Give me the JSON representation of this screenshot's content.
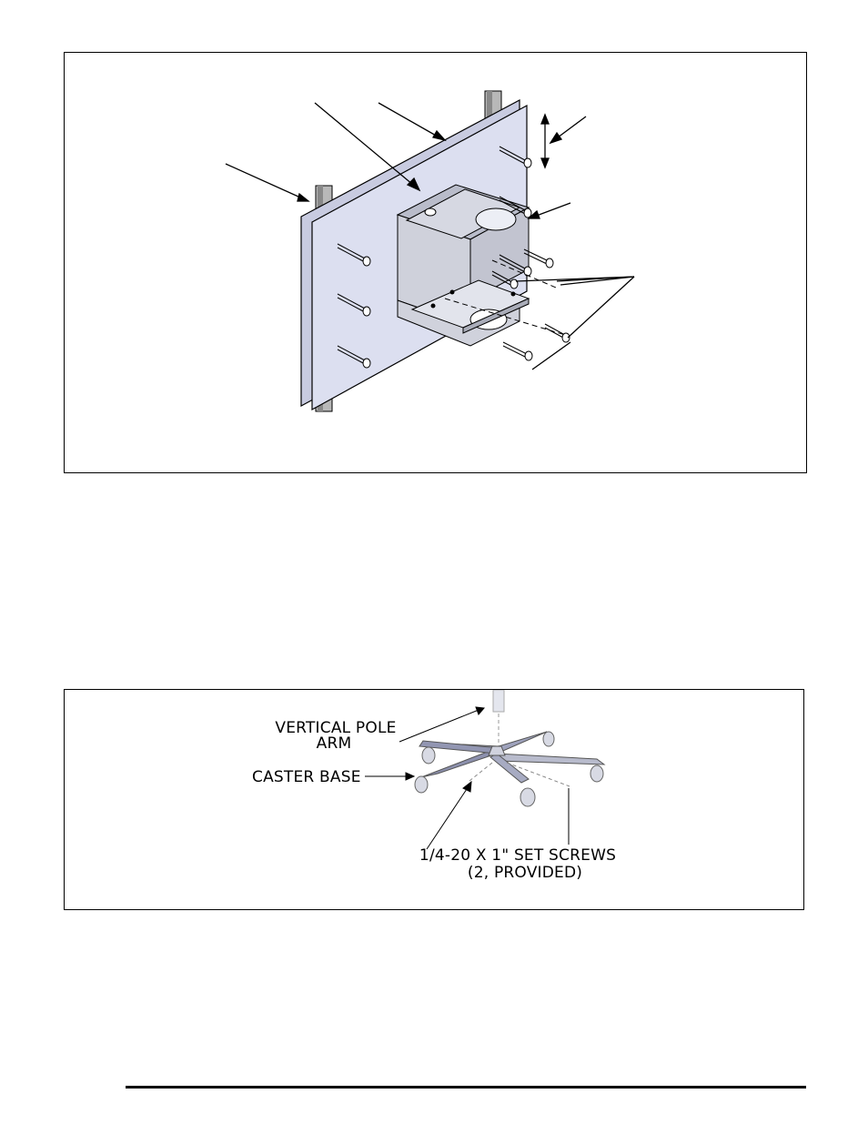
{
  "figure1": {
    "description_icon": "wall-plate-mount-bracket-icon"
  },
  "figure2": {
    "labels": {
      "vertical_pole_line1": "VERTICAL POLE",
      "vertical_pole_line2": "ARM",
      "caster_base": "CASTER BASE",
      "set_screws_line1": "1/4-20 X 1\" SET SCREWS",
      "set_screws_line2": "(2, PROVIDED)"
    }
  },
  "colors": {
    "plate_fill": "#d9dcef",
    "metal_fill": "#c9ccd6",
    "line": "#000000"
  }
}
